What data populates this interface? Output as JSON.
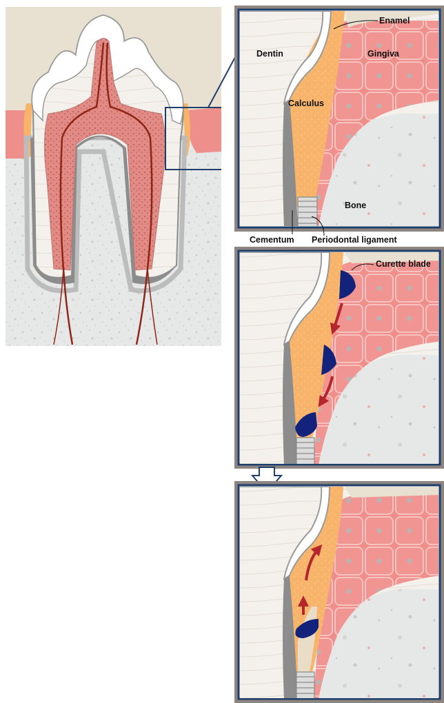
{
  "labels": {
    "enamel": "Enamel",
    "dentin": "Dentin",
    "gingiva": "Gingiva",
    "calculus": "Calculus",
    "bone": "Bone",
    "cementum": "Cementum",
    "periodontal_ligament": "Periodontal ligament",
    "curette_blade": "Curette blade"
  },
  "colors": {
    "frame": "#8f8580",
    "inner_border": "#1e3f6b",
    "enamel": "#ffffff",
    "dentin": "#f4f1ec",
    "calculus": "#f7b46a",
    "gingiva": "#ef8f8c",
    "bone": "#e6e8e8",
    "cementum": "#8c8c8c",
    "pulp": "#e38a84",
    "nerve": "#8e2618",
    "curette": "#13227a",
    "arrow": "#b4252c",
    "background_tan": "#e8e1d2"
  }
}
